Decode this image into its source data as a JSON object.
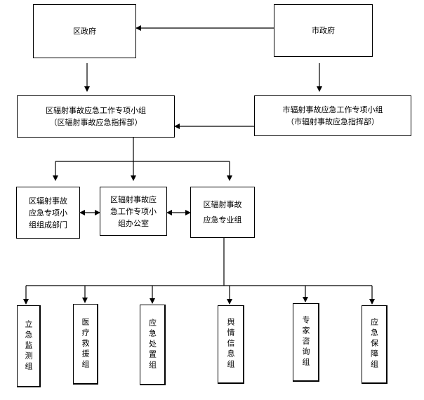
{
  "nodes": {
    "district_gov": "区政府",
    "city_gov": "市政府",
    "district_group": [
      "区辐射事故应急工作专项小组",
      "（区辐射事故应急指挥部）"
    ],
    "city_group": [
      "市辐射事故应急工作专项小组",
      "（市辐射事故应急指挥部）"
    ],
    "member_depts": [
      "区辐射事故",
      "应急专项小",
      "组组成部门"
    ],
    "office": [
      "区辐射事故应",
      "急工作专项小",
      "组办公室"
    ],
    "professional": [
      "区辐射事故",
      "应急专业组"
    ],
    "teams": [
      "立急监测组",
      "医疗救援组",
      "应急处置组",
      "舆情信息组",
      "专家咨询组",
      "应急保障组"
    ]
  }
}
